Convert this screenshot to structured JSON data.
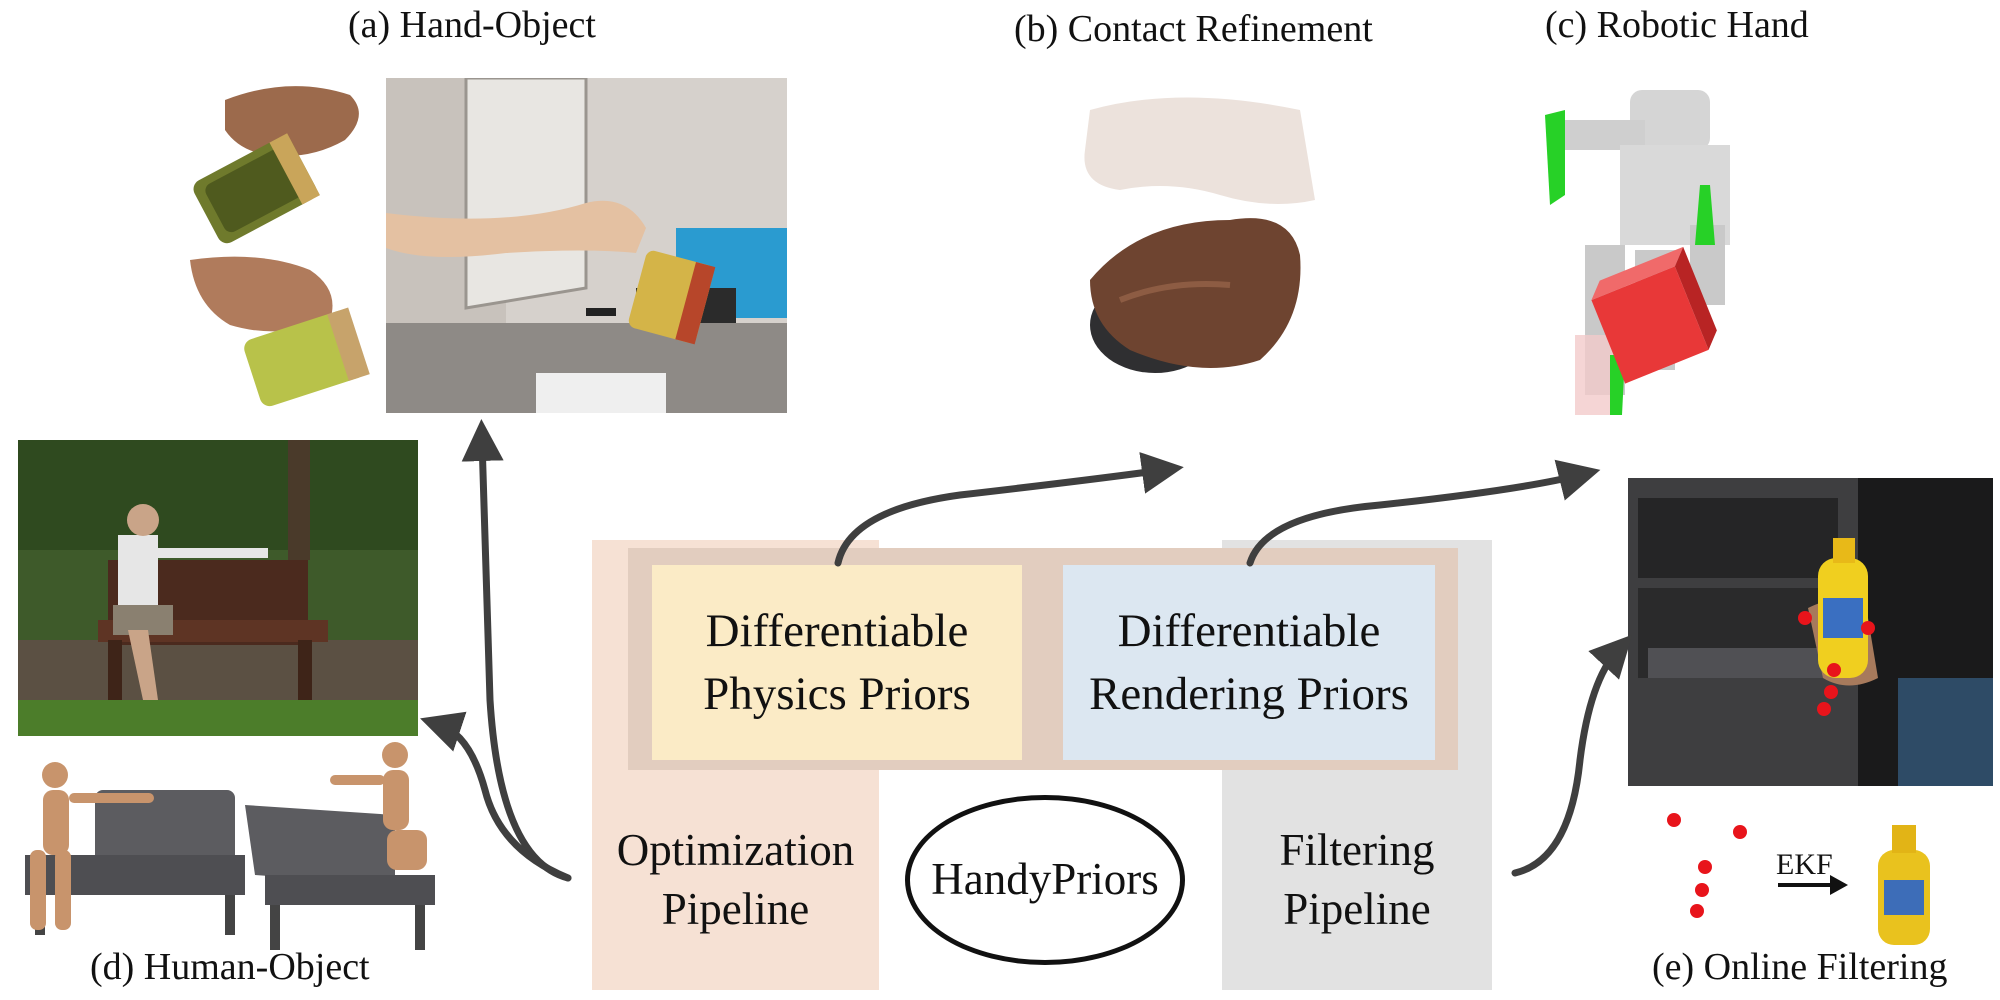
{
  "captions": {
    "hand_object": "(a) Hand-Object",
    "contact_refinement": "(b) Contact Refinement",
    "robotic_hand": "(c) Robotic Hand",
    "human_object": "(d) Human-Object",
    "online_filtering": "(e) Online Filtering"
  },
  "blocks": {
    "physics_priors": "Differentiable\nPhysics Priors",
    "rendering_priors": "Differentiable\nRendering Priors",
    "optimization_pipeline": "Optimization\nPipeline",
    "filtering_pipeline": "Filtering\nPipeline",
    "center": "HandyPriors"
  },
  "ekf_label": "EKF",
  "colors": {
    "optimization_bg": "#f6e1d4",
    "filtering_bg": "#e2e2e2",
    "physics_box": "#fbebc6",
    "rendering_box": "#dce7f1",
    "arrow": "#3f3f3f",
    "marker": "#e8141b"
  }
}
